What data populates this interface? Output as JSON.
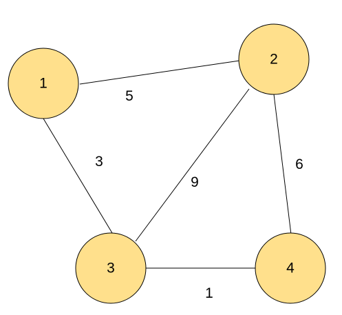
{
  "graph": {
    "node_fill": "#FFE08C",
    "node_stroke": "#000000",
    "edge_color": "#000000",
    "nodes": [
      {
        "id": "1",
        "label": "1"
      },
      {
        "id": "2",
        "label": "2"
      },
      {
        "id": "3",
        "label": "3"
      },
      {
        "id": "4",
        "label": "4"
      }
    ],
    "edges": [
      {
        "from": "1",
        "to": "2",
        "weight": "5"
      },
      {
        "from": "1",
        "to": "3",
        "weight": "3"
      },
      {
        "from": "2",
        "to": "3",
        "weight": "9"
      },
      {
        "from": "2",
        "to": "4",
        "weight": "6"
      },
      {
        "from": "3",
        "to": "4",
        "weight": "1"
      }
    ]
  }
}
